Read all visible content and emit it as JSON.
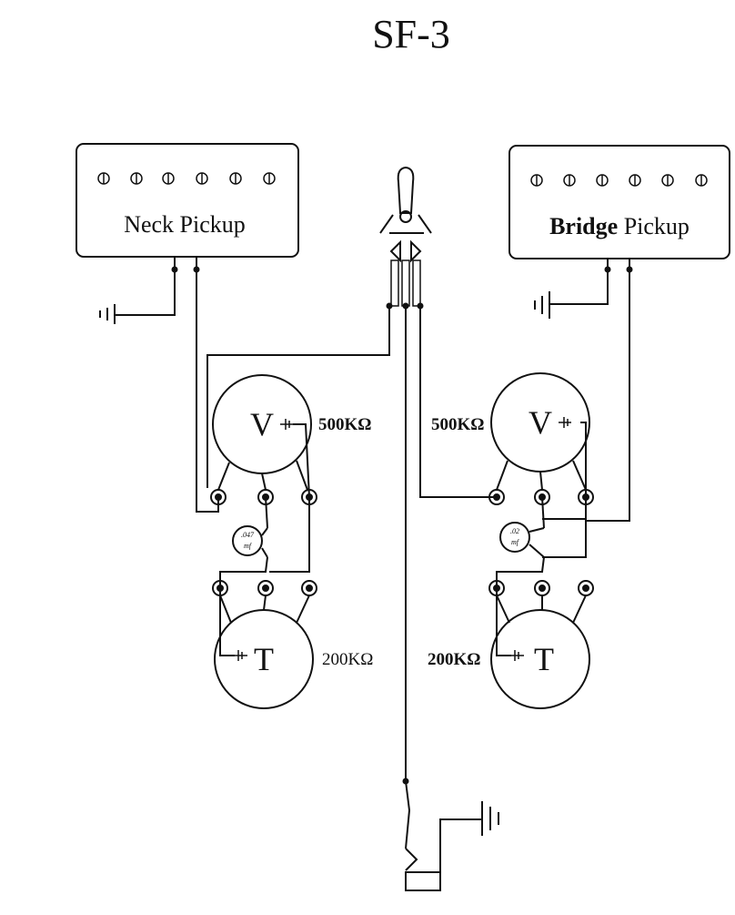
{
  "title": "SF-3",
  "neck_pickup": {
    "label": "Neck Pickup"
  },
  "bridge_pickup": {
    "label_bold": "Bridge",
    "label_rest": " Pickup"
  },
  "neck_volume": {
    "letter": "V",
    "value": "500KΩ"
  },
  "neck_tone": {
    "letter": "T",
    "value": "200KΩ"
  },
  "bridge_volume": {
    "letter": "V",
    "value": "500KΩ"
  },
  "bridge_tone": {
    "letter": "T",
    "value": "200KΩ"
  },
  "neck_capacitor": {
    "line1": ".047",
    "line2": "mf"
  },
  "bridge_capacitor": {
    "line1": ".02",
    "line2": "mf"
  },
  "icons": [
    "ground-icon",
    "pole-piece-icon",
    "toggle-switch-icon",
    "output-jack-icon"
  ]
}
